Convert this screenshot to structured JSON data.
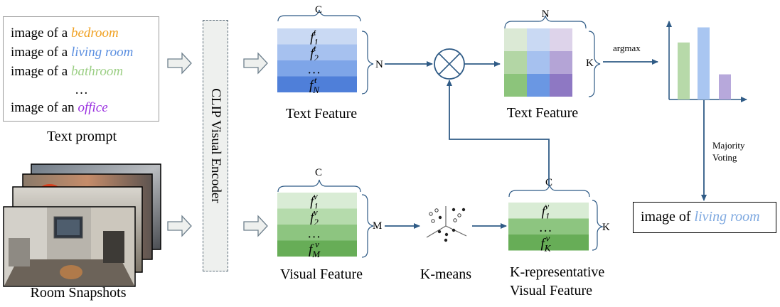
{
  "text_prompt": {
    "lines": [
      {
        "prefix": "image of a ",
        "label": "bedroom",
        "color": "#f0a020"
      },
      {
        "prefix": "image of a ",
        "label": "living room",
        "color": "#5b8fe0"
      },
      {
        "prefix": "image of a ",
        "label": "bathroom",
        "color": "#9ccf85"
      },
      {
        "prefix": "",
        "label": "…",
        "color": "#000000"
      },
      {
        "prefix": "image of an ",
        "label": "office",
        "color": "#9a2fe0"
      }
    ],
    "caption": "Text prompt"
  },
  "room_snapshots": {
    "caption": "Room Snapshots"
  },
  "encoder": {
    "label": "CLIP Visual Encoder"
  },
  "text_feature": {
    "top_label": "C",
    "side_label": "N",
    "caption": "Text Feature",
    "rows": [
      {
        "base": "f",
        "sub": "1",
        "sup": "t"
      },
      {
        "base": "f",
        "sub": "2",
        "sup": "t"
      },
      {
        "base": "…",
        "sub": "",
        "sup": ""
      },
      {
        "base": "f",
        "sub": "N",
        "sup": "t"
      }
    ],
    "row_colors": [
      "#c9d9f3",
      "#a6c1ef",
      "#7ea5e8",
      "#4f7fd9"
    ]
  },
  "similarity_matrix": {
    "top_label": "N",
    "side_label": "K",
    "caption": "Text Feature",
    "cell_colors": [
      [
        "#dbe9d5",
        "#c9d9f3",
        "#ddd3ea"
      ],
      [
        "#b3d6a5",
        "#a6c1ef",
        "#b4a4d6"
      ],
      [
        "#8cc47b",
        "#6a97e3",
        "#8e78c3"
      ]
    ]
  },
  "visual_feature": {
    "top_label": "C",
    "side_label": "M",
    "caption": "Visual Feature",
    "rows": [
      {
        "base": "f",
        "sub": "1",
        "sup": "v"
      },
      {
        "base": "f",
        "sub": "2",
        "sup": "v"
      },
      {
        "base": "…",
        "sub": "",
        "sup": ""
      },
      {
        "base": "f",
        "sub": "M",
        "sup": "v"
      }
    ],
    "row_colors": [
      "#d9ecd5",
      "#b5dbac",
      "#8dc580",
      "#67ad57"
    ]
  },
  "kmeans": {
    "caption": "K-means"
  },
  "k_rep_feature": {
    "top_label": "C",
    "side_label": "K",
    "caption_line1": "K-representative",
    "caption_line2": "Visual Feature",
    "rows": [
      {
        "base": "f",
        "sub": "1",
        "sup": "v"
      },
      {
        "base": "…",
        "sub": "",
        "sup": ""
      },
      {
        "base": "f",
        "sub": "K",
        "sup": "v"
      }
    ],
    "row_colors": [
      "#d9ecd5",
      "#8dc580",
      "#67ad57"
    ]
  },
  "argmax_label": "argmax",
  "bar_chart": {
    "bars": [
      {
        "value": 0.68,
        "color": "#b7d9a9"
      },
      {
        "value": 0.86,
        "color": "#a9c6f1"
      },
      {
        "value": 0.3,
        "color": "#b7a8db"
      }
    ]
  },
  "voting": {
    "line1": "Majority",
    "line2": "Voting"
  },
  "result": {
    "prefix": "image of ",
    "label": "living room"
  },
  "colors": {
    "arrow": "#2f5b86",
    "hollow_arrow_fill": "#eef0ee",
    "hollow_arrow_stroke": "#6d7f8c"
  }
}
